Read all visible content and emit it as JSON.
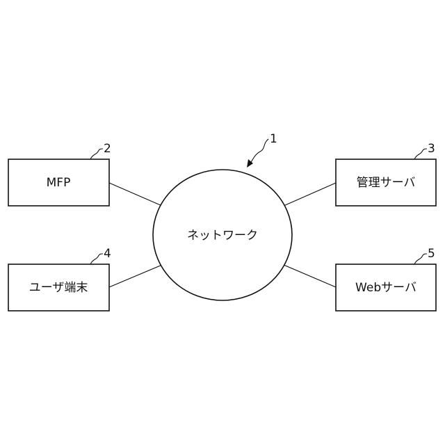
{
  "system": {
    "ref": "1"
  },
  "network": {
    "label": "ネットワーク"
  },
  "nodes": {
    "mfp": {
      "label": "MFP",
      "ref": "2"
    },
    "management_server": {
      "label": "管理サーバ",
      "ref": "3"
    },
    "user_terminal": {
      "label": "ユーザ端末",
      "ref": "4"
    },
    "web_server": {
      "label": "Webサーバ",
      "ref": "5"
    }
  },
  "colors": {
    "line": "#111111",
    "background": "#ffffff"
  }
}
